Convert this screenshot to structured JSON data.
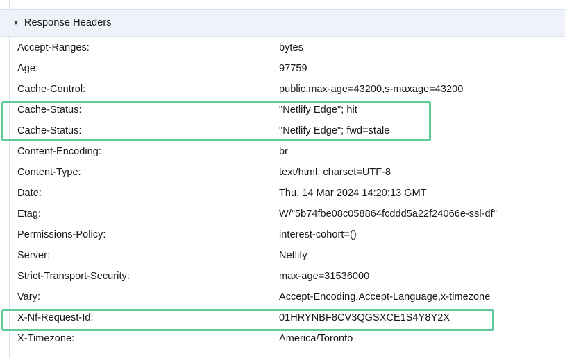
{
  "section": {
    "title": "Response Headers",
    "disclosure_glyph": "▼",
    "expanded": true
  },
  "colors": {
    "highlight": "#5ccb9a",
    "header_background": "#eff2f9",
    "header_border": "#d6e0ef",
    "text": "#16181a"
  },
  "headers": [
    {
      "name": "Accept-Ranges:",
      "value": "bytes",
      "highlighted": false
    },
    {
      "name": "Age:",
      "value": "97759",
      "highlighted": false
    },
    {
      "name": "Cache-Control:",
      "value": "public,max-age=43200,s-maxage=43200",
      "highlighted": false
    },
    {
      "name": "Cache-Status:",
      "value": "\"Netlify Edge\"; hit",
      "highlighted": true
    },
    {
      "name": "Cache-Status:",
      "value": "\"Netlify Edge\"; fwd=stale",
      "highlighted": true
    },
    {
      "name": "Content-Encoding:",
      "value": "br",
      "highlighted": false
    },
    {
      "name": "Content-Type:",
      "value": "text/html; charset=UTF-8",
      "highlighted": false
    },
    {
      "name": "Date:",
      "value": "Thu, 14 Mar 2024 14:20:13 GMT",
      "highlighted": false
    },
    {
      "name": "Etag:",
      "value": "W/\"5b74fbe08c058864fcddd5a22f24066e-ssl-df\"",
      "highlighted": false
    },
    {
      "name": "Permissions-Policy:",
      "value": "interest-cohort=()",
      "highlighted": false
    },
    {
      "name": "Server:",
      "value": "Netlify",
      "highlighted": false
    },
    {
      "name": "Strict-Transport-Security:",
      "value": "max-age=31536000",
      "highlighted": false
    },
    {
      "name": "Vary:",
      "value": "Accept-Encoding,Accept-Language,x-timezone",
      "highlighted": false
    },
    {
      "name": "X-Nf-Request-Id:",
      "value": "01HRYNBF8CV3QGSXCE1S4Y8Y2X",
      "highlighted": true
    },
    {
      "name": "X-Timezone:",
      "value": "America/Toronto",
      "highlighted": false
    }
  ]
}
